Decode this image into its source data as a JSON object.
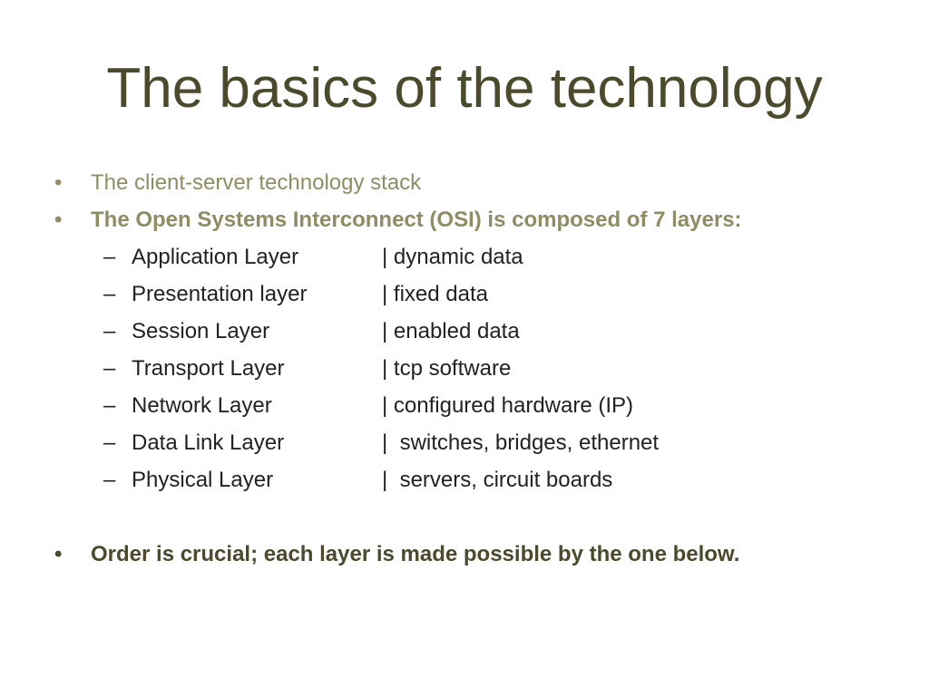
{
  "slide": {
    "title": "The basics of the technology",
    "bullets": [
      {
        "marker": "•",
        "text": "The client-server technology stack"
      },
      {
        "marker": "•",
        "text": "The Open Systems Interconnect (OSI) is composed of 7 layers:"
      },
      {
        "marker": "•",
        "text": "Order is crucial; each layer is made possible by the one below."
      }
    ],
    "layers": [
      {
        "marker": "–",
        "name": "Application Layer",
        "desc": "| dynamic data"
      },
      {
        "marker": "–",
        "name": "Presentation layer",
        "desc": "| fixed data"
      },
      {
        "marker": "–",
        "name": "Session Layer",
        "desc": "| enabled data"
      },
      {
        "marker": "–",
        "name": "Transport Layer",
        "desc": "| tcp software"
      },
      {
        "marker": "–",
        "name": "Network Layer",
        "desc": "| configured hardware (IP)"
      },
      {
        "marker": "–",
        "name": "Data Link Layer",
        "desc": "|  switches, bridges, ethernet"
      },
      {
        "marker": "–",
        "name": "Physical Layer",
        "desc": "|  servers, circuit boards"
      }
    ]
  },
  "colors": {
    "title": "#4b4a2c",
    "accent_text": "#8f8d63",
    "body_text": "#222222",
    "background": "#ffffff"
  }
}
